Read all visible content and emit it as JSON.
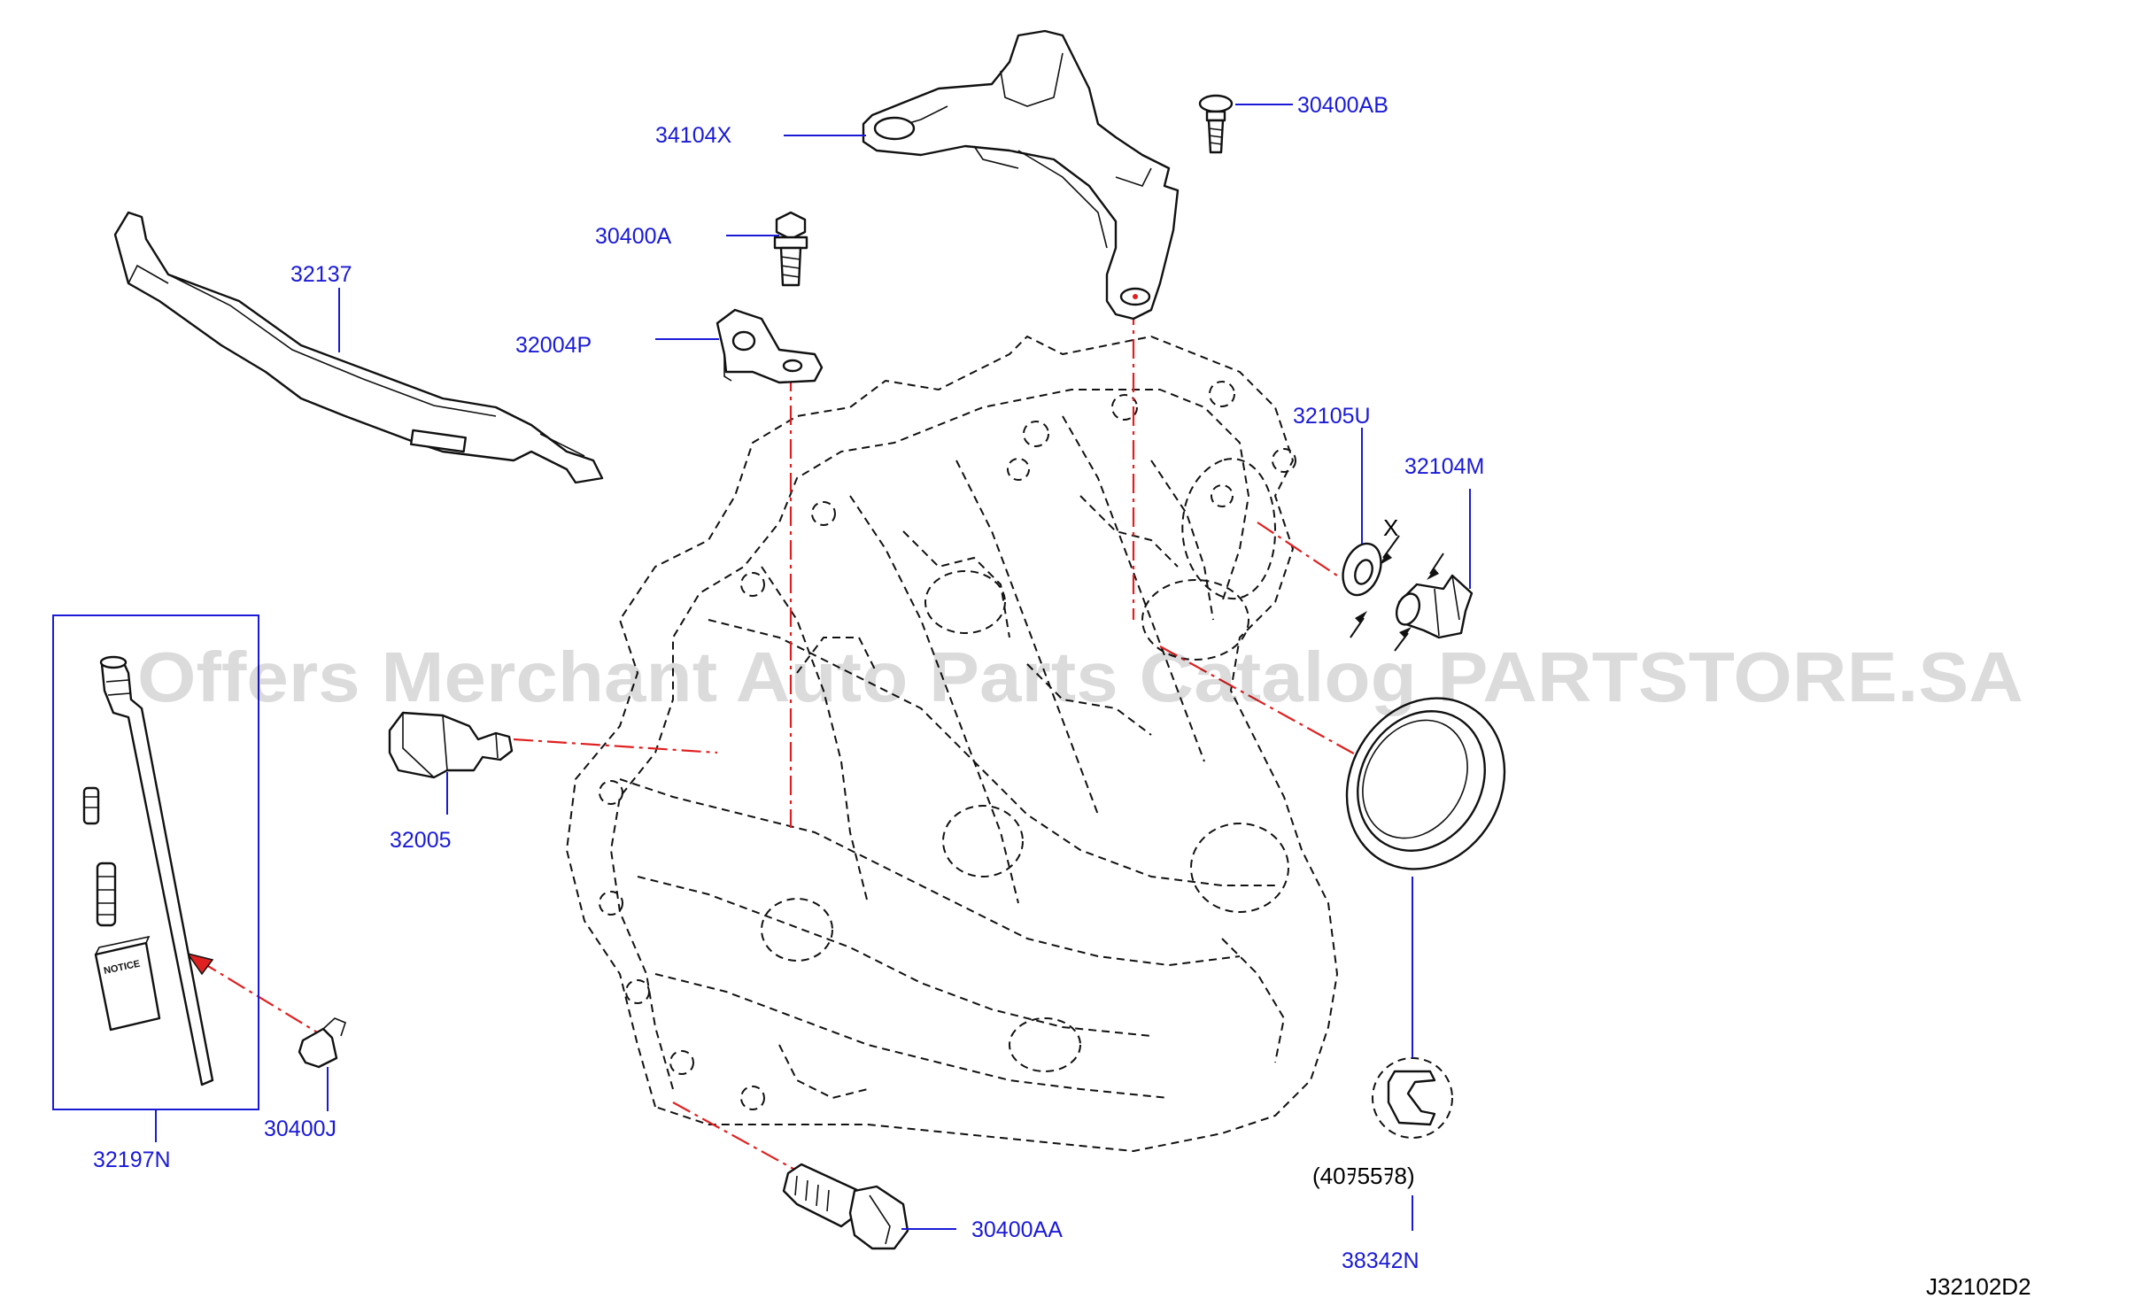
{
  "diagram_code": "J32102D2",
  "watermark": "Offers Merchant Auto Parts Catalog PARTSTORE.SA",
  "note_qty": "(40ｦ55ｦ8)",
  "dimension_mark": "X",
  "notice_label": "NOTICE",
  "labels": {
    "p34104X": "34104X",
    "p30400AB": "30400AB",
    "p30400A": "30400A",
    "p32137": "32137",
    "p32004P": "32004P",
    "p32105U": "32105U",
    "p32104M": "32104M",
    "p32005": "32005",
    "p32197N": "32197N",
    "p30400J": "30400J",
    "p30400AA": "30400AA",
    "p38342N": "38342N"
  },
  "colors": {
    "label_blue": "#1a1ad6",
    "centerline_red": "#e02020",
    "line_black": "#111111"
  }
}
